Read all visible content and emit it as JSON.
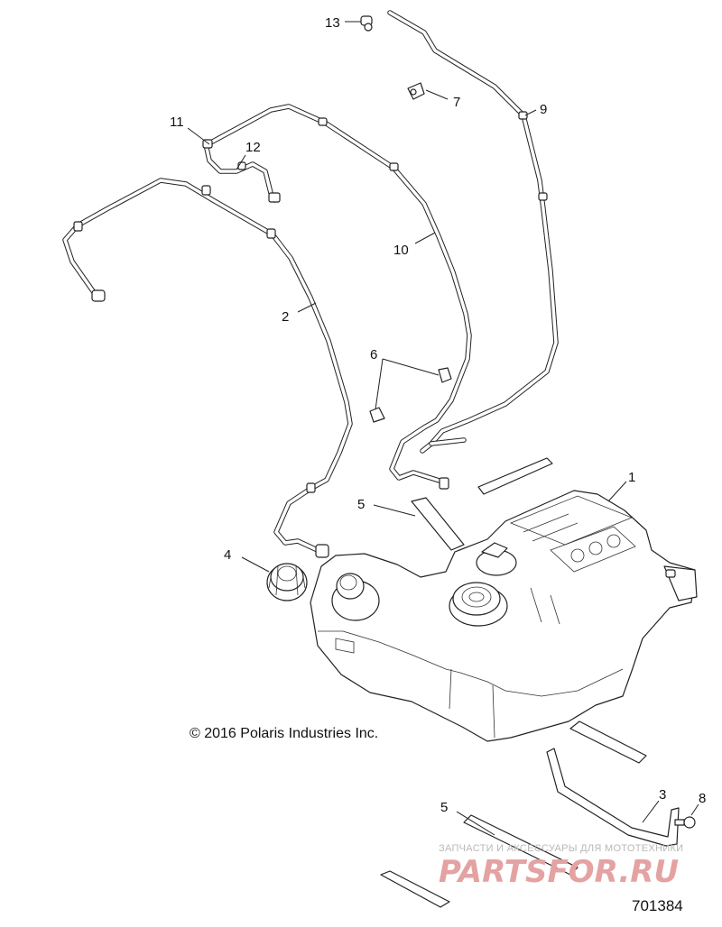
{
  "callouts": [
    {
      "id": "c1",
      "label": "1"
    },
    {
      "id": "c2",
      "label": "2"
    },
    {
      "id": "c3",
      "label": "3"
    },
    {
      "id": "c4",
      "label": "4"
    },
    {
      "id": "c5a",
      "label": "5"
    },
    {
      "id": "c5b",
      "label": "5"
    },
    {
      "id": "c6",
      "label": "6"
    },
    {
      "id": "c7",
      "label": "7"
    },
    {
      "id": "c8",
      "label": "8"
    },
    {
      "id": "c9",
      "label": "9"
    },
    {
      "id": "c10",
      "label": "10"
    },
    {
      "id": "c11",
      "label": "11"
    },
    {
      "id": "c12",
      "label": "12"
    },
    {
      "id": "c13",
      "label": "13"
    }
  ],
  "copyright": "© 2016 Polaris Industries Inc.",
  "drawing_number": "701384",
  "watermark": {
    "tagline": "ЗАПЧАСТИ И АКСЕССУАРЫ ДЛЯ МОТОТЕХНИКИ",
    "logo_text": "PARTSFOR.RU",
    "color_primary": "#e4a2a2",
    "color_secondary": "#bdbdbd"
  },
  "colors": {
    "line": "#222222",
    "background": "#ffffff"
  }
}
